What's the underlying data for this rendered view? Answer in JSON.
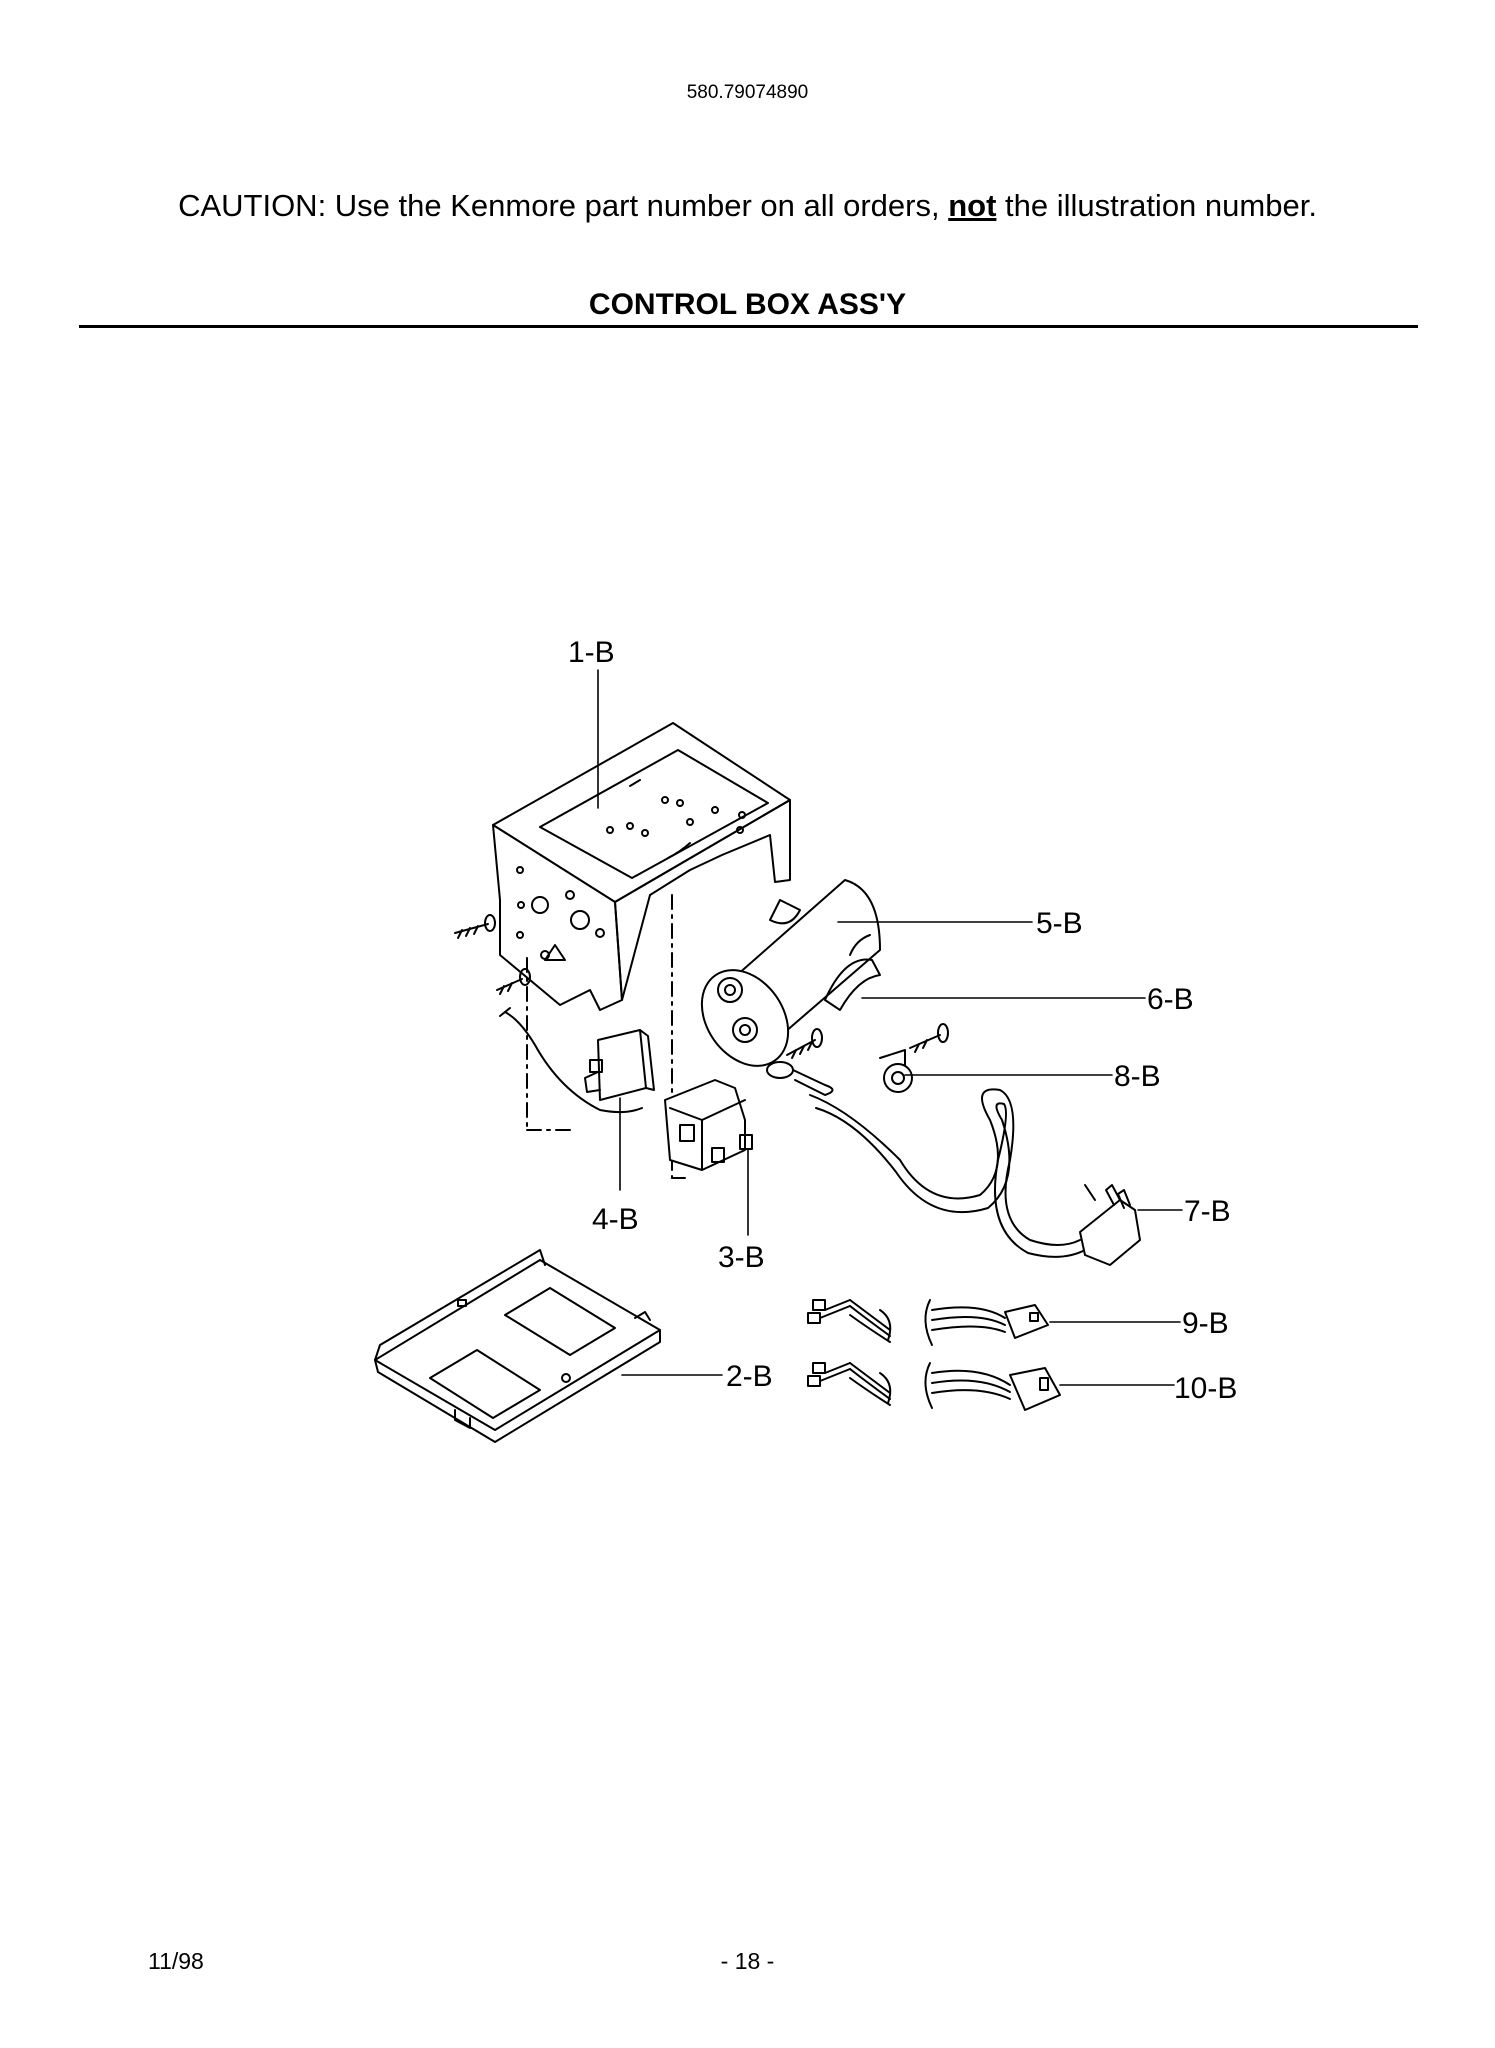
{
  "header": {
    "model_number": "580.79074890",
    "caution_prefix": "CAUTION: Use the Kenmore part number on all orders, ",
    "caution_emphasis": "not",
    "caution_suffix": " the illustration number.",
    "section_title": "CONTROL BOX ASS'Y"
  },
  "diagram": {
    "callouts": {
      "c1": "1-B",
      "c2": "2-B",
      "c3": "3-B",
      "c4": "4-B",
      "c5": "5-B",
      "c6": "6-B",
      "c7": "7-B",
      "c8": "8-B",
      "c9": "9-B",
      "c10": "10-B"
    }
  },
  "footer": {
    "date": "11/98",
    "page": "- 18 -"
  }
}
